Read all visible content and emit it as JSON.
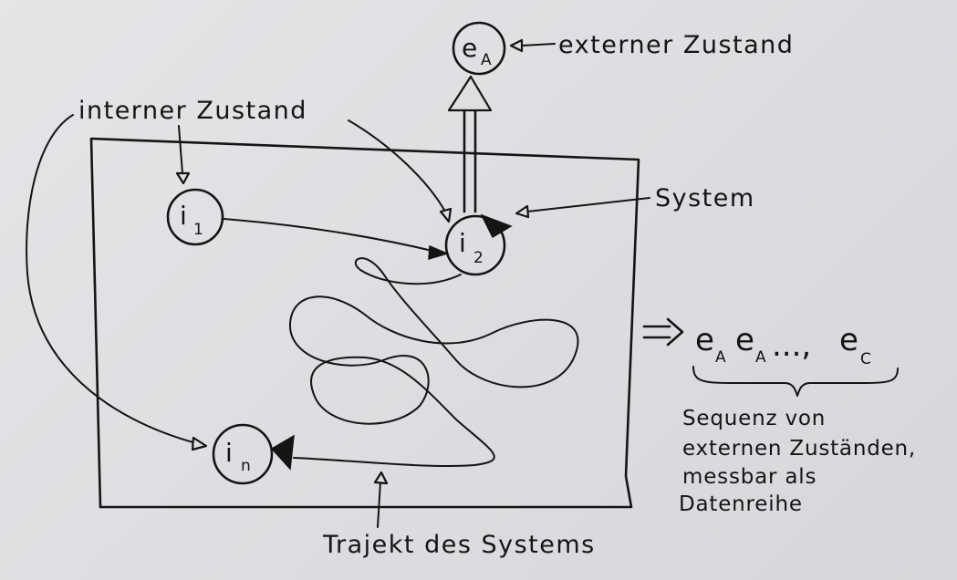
{
  "labels": {
    "external_state": "externer Zustand",
    "internal_state": "interner Zustand",
    "system": "System",
    "trajectory": "Trajekt des Systems"
  },
  "nodes": {
    "external": {
      "letter": "e",
      "sub": "A"
    },
    "i1": {
      "letter": "i",
      "sub": "1"
    },
    "i2": {
      "letter": "i",
      "sub": "2"
    },
    "in": {
      "letter": "i",
      "sub": "n"
    }
  },
  "sequence": {
    "e1": "e",
    "s1": "A",
    "e2": "e",
    "s2": "A",
    "ellipsis": "...,",
    "e3": "e",
    "s3": "C"
  },
  "sequence_note": {
    "line1": "Sequenz von",
    "line2": "externen Zuständen,",
    "line3": "messbar als",
    "line4": "Datenreihe"
  },
  "colors": {
    "paper": "#dedfe1",
    "ink": "#141414"
  }
}
